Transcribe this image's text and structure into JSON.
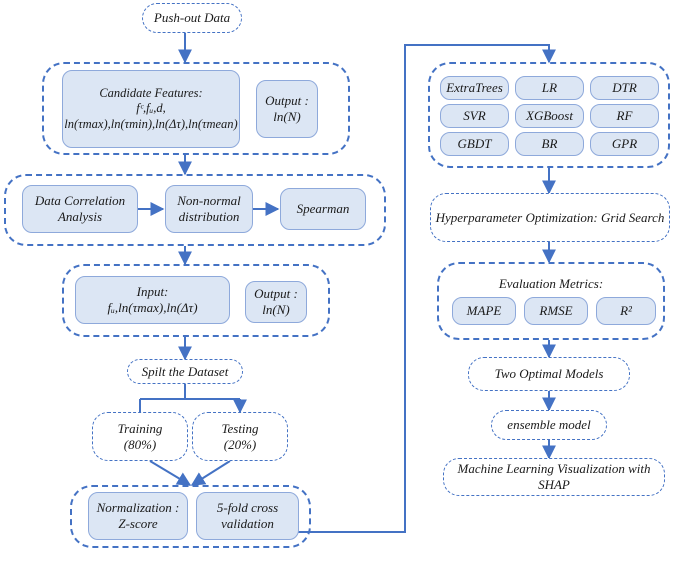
{
  "nodes": {
    "pushout": "Push-out Data",
    "candidate": {
      "title": "Candidate Features:",
      "line1": "fᶜ,fᵤ,d,",
      "line2": "ln(τmax),ln(τmin),ln(Δτ),ln(τmean)"
    },
    "output1": {
      "title": "Output :",
      "value": "ln(N)"
    },
    "correlation": {
      "line1": "Data Correlation",
      "line2": "Analysis"
    },
    "nonnormal": {
      "line1": "Non-normal",
      "line2": "distribution"
    },
    "spearman": "Spearman",
    "input": {
      "title": "Input:",
      "value": "fᵤ,ln(τmax),ln(Δτ)"
    },
    "output2": {
      "title": "Output :",
      "value": "ln(N)"
    },
    "split": "Spilt the Dataset",
    "training": {
      "line1": "Training",
      "line2": "(80%)"
    },
    "testing": {
      "line1": "Testing",
      "line2": "(20%)"
    },
    "normalization": {
      "line1": "Normalization :",
      "line2": "Z-score"
    },
    "crossval": {
      "line1": "5-fold cross",
      "line2": "validation"
    },
    "models": [
      "ExtraTrees",
      "LR",
      "DTR",
      "SVR",
      "XGBoost",
      "RF",
      "GBDT",
      "BR",
      "GPR"
    ],
    "hyper": "Hyperparameter Optimization: Grid Search",
    "evaluation": {
      "title": "Evaluation Metrics:",
      "metrics": [
        "MAPE",
        "RMSE",
        "R²"
      ]
    },
    "optimal": "Two Optimal Models",
    "ensemble": "ensemble model",
    "shap": {
      "line1": "Machine Learning Visualization with",
      "line2": "SHAP"
    }
  },
  "colors": {
    "accent": "#4472c4",
    "fill": "#dce6f4",
    "fill_border": "#8ea9db"
  }
}
